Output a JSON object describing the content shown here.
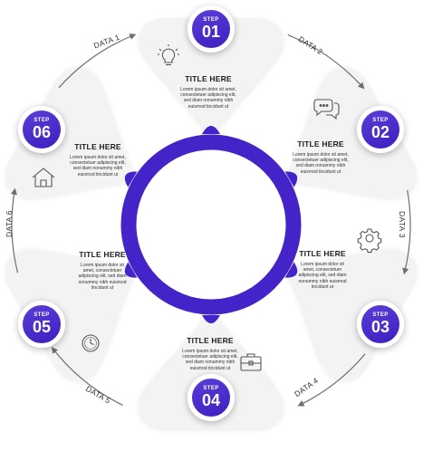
{
  "colors": {
    "accent": "#4424c8",
    "petal": "#f3f3f3",
    "arrow": "#6e6e6e"
  },
  "steps": [
    {
      "label": "STEP",
      "number": "01",
      "title": "TITLE HERE",
      "body": "Lorem ipsum dolor sit amet,\nconsectetuer adipiscing elit,\nsed diam nonummy nibh\neuismod tincidunt ut",
      "icon": "lightbulb-icon",
      "data_label": "DATA 1"
    },
    {
      "label": "STEP",
      "number": "02",
      "title": "TITLE HERE",
      "body": "Lorem ipsum dolor sit amet,\nconsectetuer adipiscing elit,\nsed diam nonummy nibh\neuismod tincidunt ut",
      "icon": "chat-bubbles-icon",
      "data_label": "DATA 2"
    },
    {
      "label": "STEP",
      "number": "03",
      "title": "TITLE HERE",
      "body": "Lorem ipsum dolor sit\namet, consectetuer\nadipiscing elit, sed diam\nnonummy nibh euismod\ntincidunt ut",
      "icon": "gear-icon",
      "data_label": "DATA 3"
    },
    {
      "label": "STEP",
      "number": "04",
      "title": "TITLE HERE",
      "body": "Lorem ipsum dolor sit amet,\nconsectetuer adipiscing elit,\nsed diam nonummy nibh\neuismod tincidunt ut",
      "icon": "briefcase-icon",
      "data_label": "DATA 4"
    },
    {
      "label": "STEP",
      "number": "05",
      "title": "TITLE HERE",
      "body": "Lorem ipsum dolor sit\namet, consectetuer\nadipiscing elit, sed diam\nnonummy nibh euismod\ntincidunt ut",
      "icon": "clock-icon",
      "data_label": "DATA 5"
    },
    {
      "label": "STEP",
      "number": "06",
      "title": "TITLE HERE",
      "body": "Lorem ipsum dolor sit amet,\nconsectetuer adipiscing elit,\nsed diam nonummy nibh\neuismod tincidunt ut",
      "icon": "home-icon",
      "data_label": "DATA 6"
    }
  ]
}
